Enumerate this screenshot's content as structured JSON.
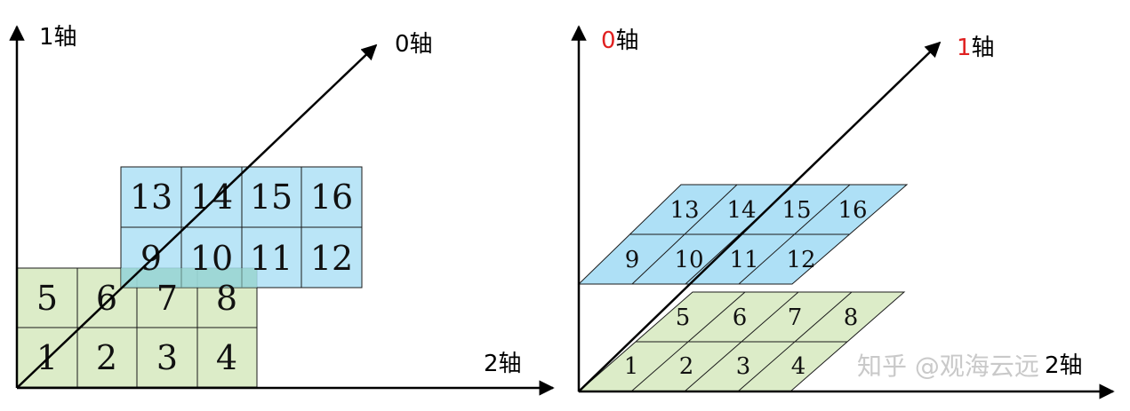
{
  "left_panel": {
    "axis_labels": {
      "axis1": "1轴",
      "axis0": "0轴",
      "axis2": "2轴"
    },
    "top_layer": [
      "13",
      "14",
      "15",
      "16",
      "9",
      "10",
      "11",
      "12"
    ],
    "bottom_layer": [
      "5",
      "6",
      "7",
      "8",
      "1",
      "2",
      "3",
      "4"
    ]
  },
  "right_panel": {
    "axis_labels": {
      "axis0_num": "0",
      "axis0_char": "轴",
      "axis1_num": "1",
      "axis1_char": "轴",
      "axis2": "2轴"
    },
    "top_layer": [
      "13",
      "14",
      "15",
      "16",
      "9",
      "10",
      "11",
      "12"
    ],
    "bottom_layer": [
      "5",
      "6",
      "7",
      "8",
      "1",
      "2",
      "3",
      "4"
    ]
  },
  "watermark": "知乎 @观海云远",
  "colors": {
    "top_fill": "#aee0f6",
    "bottom_fill": "#dcecc8",
    "grid_stroke": "#1a1a1a",
    "highlight": "#e02020"
  }
}
